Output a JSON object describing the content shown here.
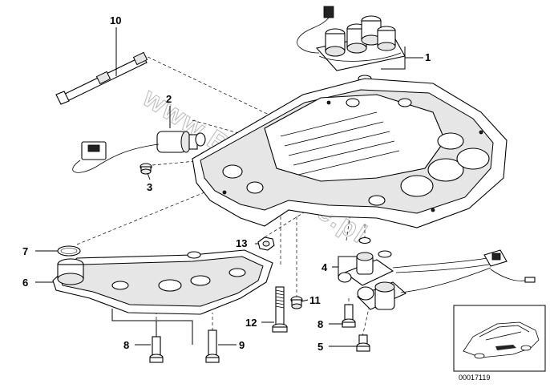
{
  "diagram": {
    "watermark": "www.BMWstore.pl",
    "reference_number": "00017119",
    "callouts": [
      {
        "id": "10",
        "label": "10"
      },
      {
        "id": "1",
        "label": "1"
      },
      {
        "id": "2",
        "label": "2"
      },
      {
        "id": "3",
        "label": "3"
      },
      {
        "id": "13",
        "label": "13"
      },
      {
        "id": "7",
        "label": "7"
      },
      {
        "id": "6",
        "label": "6"
      },
      {
        "id": "4",
        "label": "4"
      },
      {
        "id": "11",
        "label": "11"
      },
      {
        "id": "12",
        "label": "12"
      },
      {
        "id": "8a",
        "label": "8"
      },
      {
        "id": "5",
        "label": "5"
      },
      {
        "id": "8b",
        "label": "8"
      },
      {
        "id": "9",
        "label": "9"
      }
    ]
  }
}
